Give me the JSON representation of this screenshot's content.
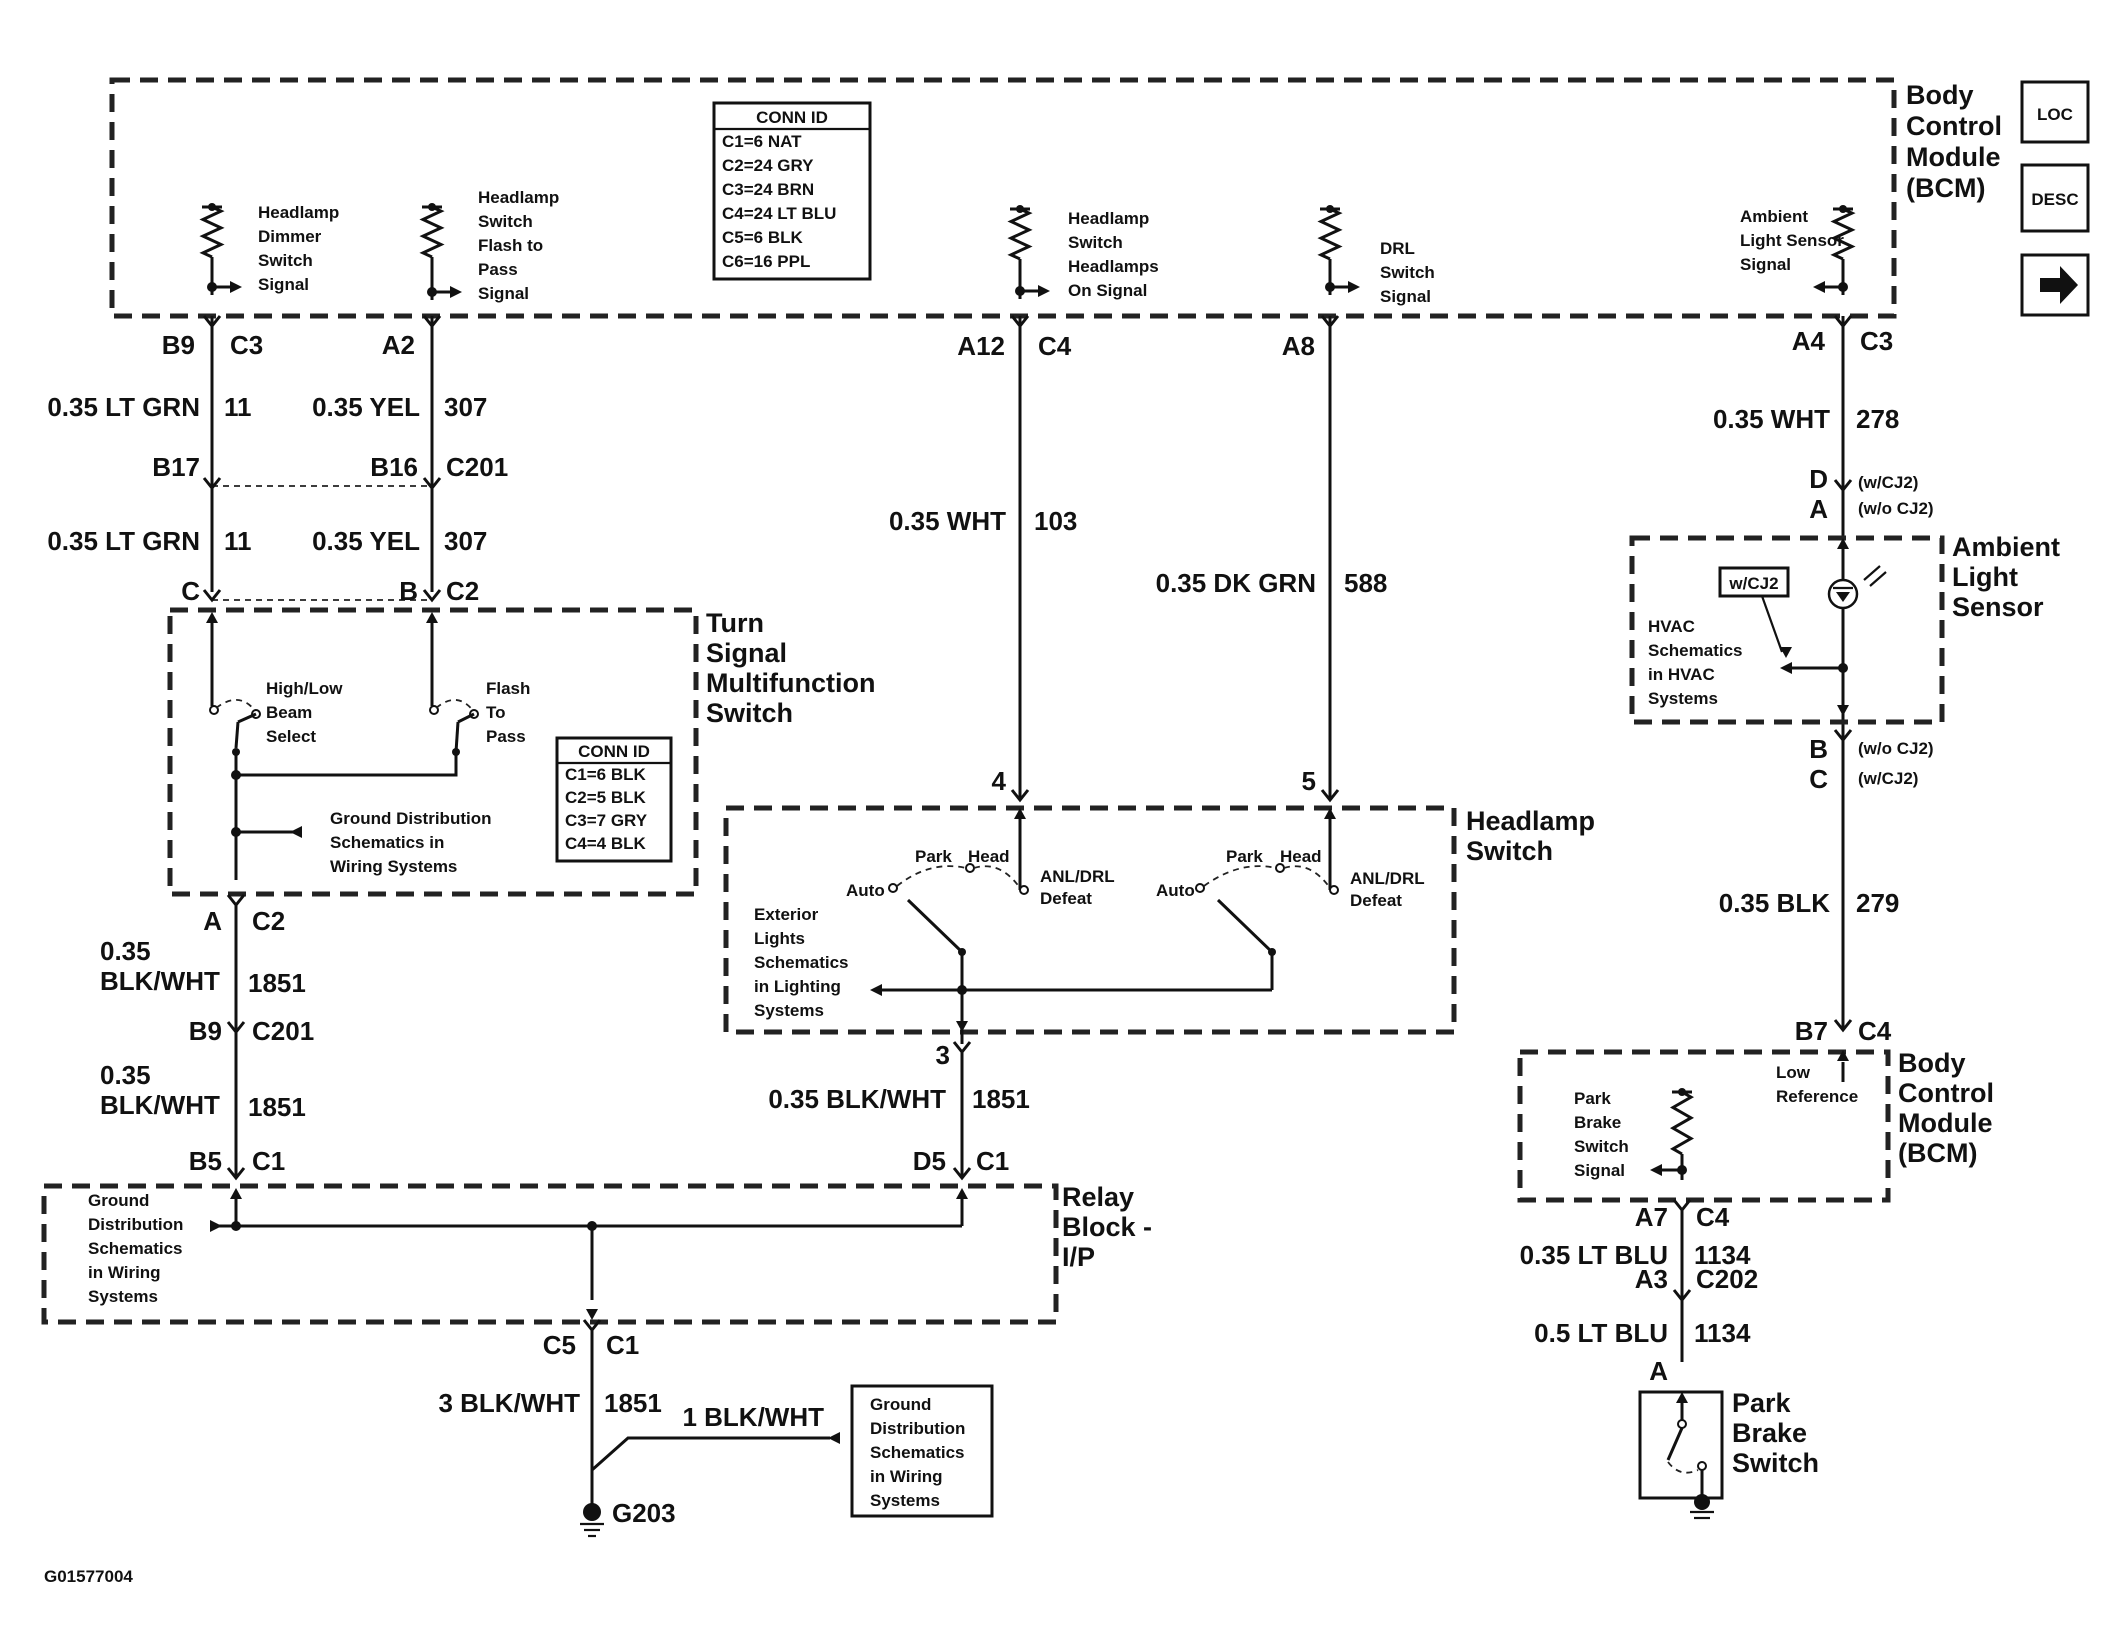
{
  "figure_id": "G01577004",
  "nav": {
    "loc": "LOC",
    "desc": "DESC",
    "next_arrow": "arrow-right-icon"
  },
  "modules": {
    "bcm_top": "Body Control Module (BCM)",
    "bcm_bottom": "Body Control Module (BCM)",
    "turn_signal_switch": "Turn Signal Multifunction Switch",
    "headlamp_switch": "Headlamp Switch",
    "relay_block": "Relay Block - I/P",
    "ambient_light_sensor": "Ambient Light Sensor",
    "park_brake_switch": "Park Brake Switch"
  },
  "conn_id_bcm": {
    "title": "CONN ID",
    "rows": [
      "C1=6 NAT",
      "C2=24 GRY",
      "C3=24 BRN",
      "C4=24 LT BLU",
      "C5=6 BLK",
      "C6=16 PPL"
    ]
  },
  "conn_id_turn": {
    "title": "CONN ID",
    "rows": [
      "C1=6 BLK",
      "C2=5 BLK",
      "C3=7 GRY",
      "C4=4 BLK"
    ]
  },
  "bcm_inputs": {
    "dimmer": "Headlamp Dimmer Switch Signal",
    "flash": "Headlamp Switch Flash to Pass Signal",
    "headlamps_on": "Headlamp Switch Headlamps On Signal",
    "drl": "DRL Switch Signal",
    "ambient": "Ambient Light Sensor Signal",
    "park_brake": "Park Brake Switch Signal",
    "low_ref": "Low Reference"
  },
  "pins": {
    "b9": "B9",
    "c3a": "C3",
    "a2": "A2",
    "a12": "A12",
    "c4a": "C4",
    "a8": "A8",
    "a4": "A4",
    "c3b": "C3",
    "b17": "B17",
    "b16": "B16",
    "c201a": "C201",
    "c_pin": "C",
    "b_pin": "B",
    "c2a": "C2",
    "pin4": "4",
    "pin5": "5",
    "d_pin": "D",
    "a_pin": "A",
    "wcj2a": "(w/CJ2)",
    "wocj2a": "(w/o CJ2)",
    "b_alsb": "B",
    "c_alsb": "C",
    "wocj2b": "(w/o CJ2)",
    "wcj2b": "(w/CJ2)",
    "a_ts": "A",
    "c2b": "C2",
    "b9b": "B9",
    "c201b": "C201",
    "pin3": "3",
    "b5": "B5",
    "c1a": "C1",
    "d5": "D5",
    "c1b": "C1",
    "c5": "C5",
    "c1c": "C1",
    "b7": "B7",
    "c4b": "C4",
    "a7": "A7",
    "c4c": "C4",
    "a3": "A3",
    "c202": "C202",
    "a_pb": "A"
  },
  "wires": [
    {
      "gauge": "0.35 LT GRN",
      "circuit": "11"
    },
    {
      "gauge": "0.35 YEL",
      "circuit": "307"
    },
    {
      "gauge": "0.35 LT GRN",
      "circuit": "11"
    },
    {
      "gauge": "0.35 YEL",
      "circuit": "307"
    },
    {
      "gauge": "0.35 WHT",
      "circuit": "103"
    },
    {
      "gauge": "0.35 DK GRN",
      "circuit": "588"
    },
    {
      "gauge": "0.35 WHT",
      "circuit": "278"
    },
    {
      "gauge": "0.35 BLK",
      "circuit": "279"
    },
    {
      "gauge": "0.35 BLK/WHT",
      "circuit": "1851"
    },
    {
      "gauge": "0.35 BLK/WHT",
      "circuit": "1851"
    },
    {
      "gauge": "0.35 BLK/WHT",
      "circuit": "1851"
    },
    {
      "gauge": "3 BLK/WHT",
      "circuit": "1851"
    },
    {
      "gauge": "1 BLK/WHT",
      "circuit": ""
    },
    {
      "gauge": "0.35 LT BLU",
      "circuit": "1134"
    },
    {
      "gauge": "0.5 LT BLU",
      "circuit": "1134"
    }
  ],
  "switch_labels": {
    "high_low": "High/Low Beam Select",
    "flash_to_pass": "Flash To Pass",
    "ground_dist_1": "Ground Distribution Schematics in Wiring Systems",
    "park_a": "Park",
    "head_a": "Head",
    "auto_a": "Auto",
    "anl_a": "ANL/DRL Defeat",
    "park_b": "Park",
    "head_b": "Head",
    "auto_b": "Auto",
    "anl_b": "ANL/DRL Defeat",
    "exterior": "Exterior Lights Schematics in Lighting Systems",
    "wcj2_box": "w/CJ2",
    "hvac": "HVAC Schematics in HVAC Systems",
    "ground_dist_2": "Ground Distribution Schematics in Wiring Systems",
    "ground_dist_3": "Ground Distribution Schematics in Wiring Systems",
    "ground_name": "G203"
  }
}
